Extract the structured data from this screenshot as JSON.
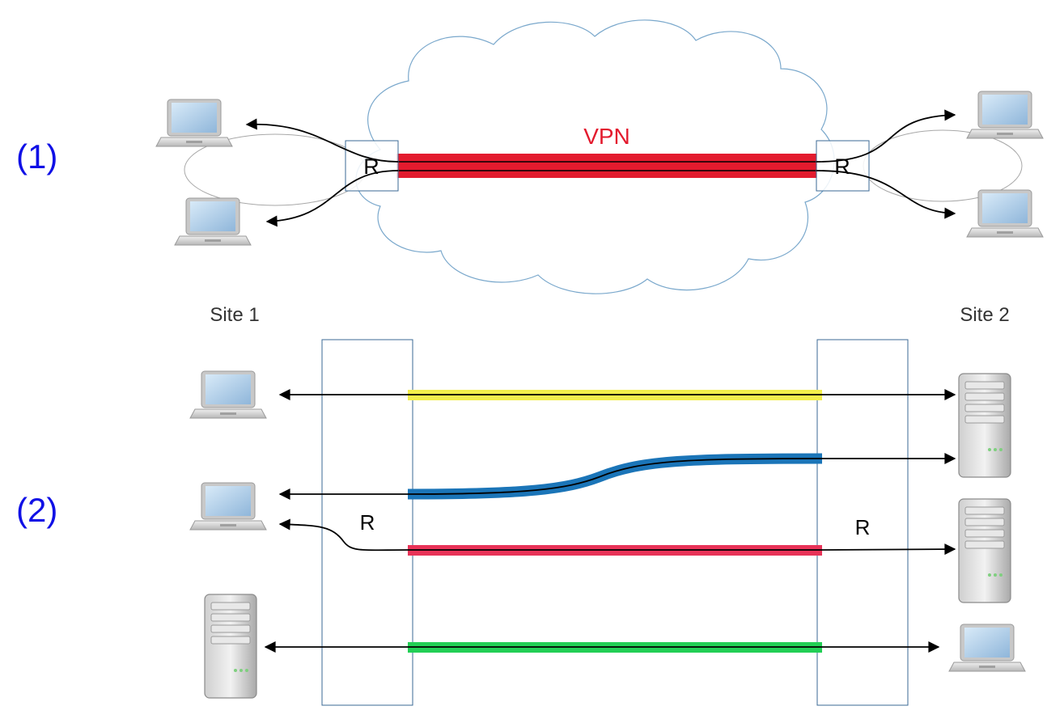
{
  "section_labels": {
    "part1": "(1)",
    "part2": "(2)"
  },
  "vpn_label": "VPN",
  "router_label": "R",
  "site_labels": {
    "site1": "Site 1",
    "site2": "Site 2"
  },
  "colors": {
    "section_label": "#1010e6",
    "vpn_tunnel": "#e31b2e",
    "vpn_text": "#e31b2e",
    "tunnel_yellow": "#f2ee4c",
    "tunnel_blue": "#1b75b8",
    "tunnel_pink": "#e83358",
    "tunnel_green": "#22cf55",
    "box_border": "#3b6a96",
    "cloud_border": "#7aa8cc",
    "arrow": "#000000"
  },
  "icons": {
    "laptop": "laptop-icon",
    "server": "server-icon",
    "cloud": "cloud-icon"
  }
}
